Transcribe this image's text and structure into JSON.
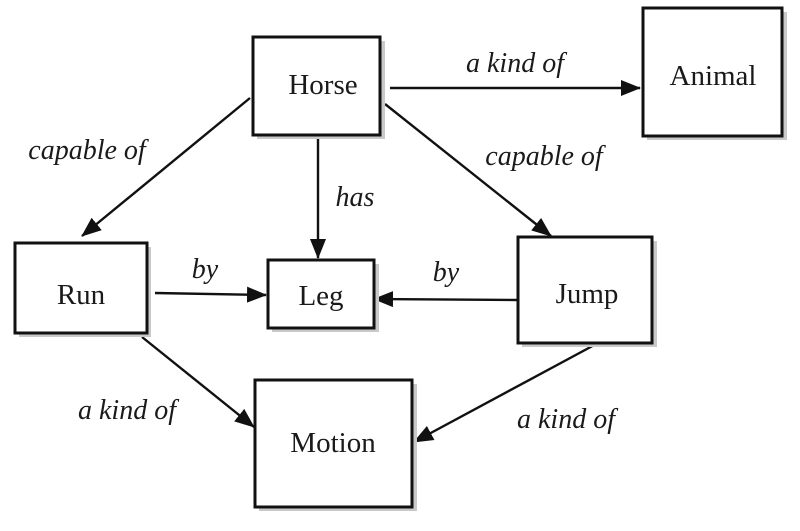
{
  "nodes": {
    "horse": "Horse",
    "animal": "Animal",
    "run": "Run",
    "leg": "Leg",
    "jump": "Jump",
    "motion": "Motion"
  },
  "edges": {
    "horse_animal": "a kind of",
    "horse_run": "capable of",
    "horse_leg": "has",
    "horse_jump": "capable of",
    "run_leg": "by",
    "jump_leg": "by",
    "run_motion": "a kind of",
    "jump_motion": "a kind of"
  }
}
